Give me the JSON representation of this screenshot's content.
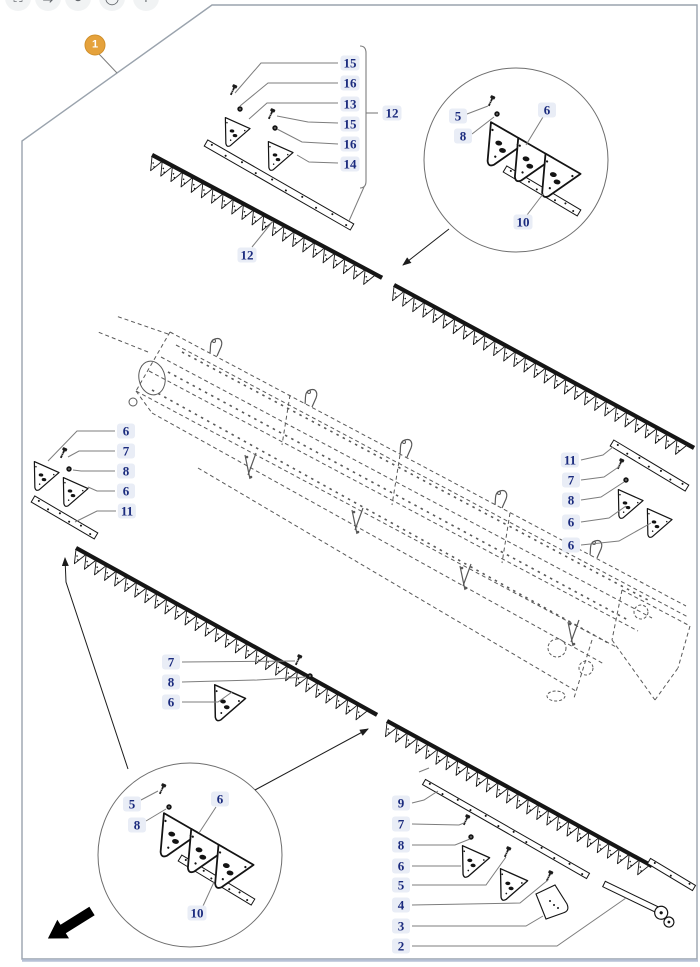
{
  "toolbar": {
    "buttons": [
      {
        "name": "fit-screen",
        "glyph": "⛶"
      },
      {
        "name": "swap",
        "glyph": "⇆"
      },
      {
        "name": "rotate",
        "glyph": "↻"
      },
      {
        "name": "shape",
        "glyph": "◯"
      },
      {
        "name": "zoom-in",
        "glyph": "+"
      }
    ]
  },
  "badge": "1",
  "callouts": [
    "15",
    "16",
    "13",
    "15",
    "16",
    "14",
    "12",
    "12",
    "5",
    "8",
    "6",
    "10",
    "6",
    "7",
    "8",
    "6",
    "11",
    "11",
    "7",
    "8",
    "6",
    "6",
    "7",
    "8",
    "6",
    "5",
    "8",
    "6",
    "10",
    "9",
    "7",
    "8",
    "6",
    "5",
    "4",
    "3",
    "2"
  ],
  "colors": {
    "badge_bg": "#E5A23C",
    "callout_text": "#1B2B7E",
    "callout_bg": "#E9EDF6",
    "frame_border": "#9AA3AD",
    "bottom_rule": "#B7C1D6",
    "line_art": "#141414"
  }
}
